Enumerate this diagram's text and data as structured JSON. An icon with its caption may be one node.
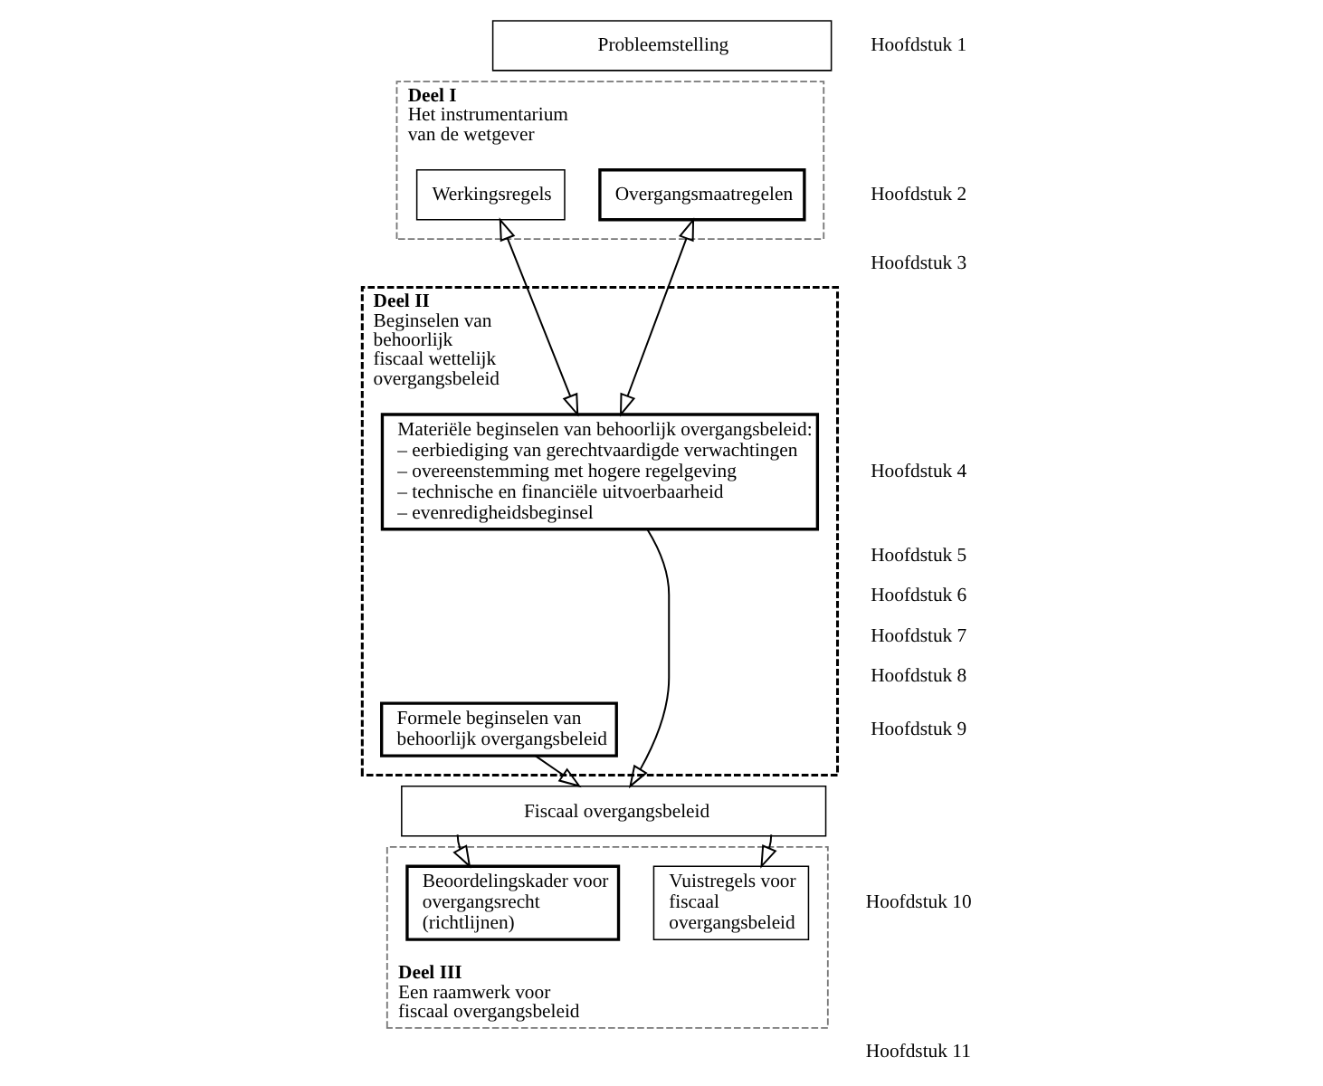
{
  "diagram": {
    "nodes": [
      {
        "text": [
          "Probleemstelling"
        ]
      },
      {
        "text": [
          "Deel I",
          "Het instrumentarium van de wetgever"
        ]
      },
      {
        "text": [
          "Werkingsregels"
        ],
        "in": 1
      },
      {
        "text": [
          "Overgangsmaatregelen"
        ],
        "in": 1
      },
      {
        "text": [
          "Deel II",
          "Beginselen van behoorlijk fiscaal wettelijk overgangsbeleid"
        ]
      },
      {
        "text": [
          "Materiële beginselen van behoorlijk overgangsbeleid:",
          "– eerbiediging van gerechtvaardigde verwachtingen",
          "– overeenstemming met hogere regelgeving",
          "– technische en financiële uitvoerbaarheid",
          "– evenredigheidsbeginsel"
        ],
        "in": 4
      },
      {
        "text": [
          "Formele beginselen van behoorlijk overgangsbeleid"
        ],
        "in": 4
      },
      {
        "text": [
          "Fiscaal overgangsbeleid"
        ]
      },
      {
        "text": [
          "Deel III",
          "Een raamwerk voor fiscaal overgangsbeleid"
        ]
      },
      {
        "text": [
          "Beoordelingskader voor overgangsrecht (richtlijnen)"
        ],
        "in": 8
      },
      {
        "text": [
          "Vuistregels voor fiscaal overgangsbeleid"
        ],
        "in": 8
      }
    ],
    "edges": [
      {
        "from": 2,
        "to": 5,
        "arrow": "both"
      },
      {
        "from": 3,
        "to": 5,
        "arrow": "both"
      },
      {
        "from": 5,
        "to": 7,
        "arrow": "to"
      },
      {
        "from": 6,
        "to": 7,
        "arrow": "to"
      },
      {
        "from": 7,
        "to": 9,
        "arrow": "to"
      },
      {
        "from": 7,
        "to": 10,
        "arrow": "to"
      }
    ],
    "labels": [
      "Hoofdstuk 1",
      "Hoofdstuk 2",
      "Hoofdstuk 3",
      "Hoofdstuk 4",
      "Hoofdstuk 5",
      "Hoofdstuk 6",
      "Hoofdstuk 7",
      "Hoofdstuk 8",
      "Hoofdstuk 9",
      "Hoofdstuk 10",
      "Hoofdstuk 11"
    ]
  }
}
